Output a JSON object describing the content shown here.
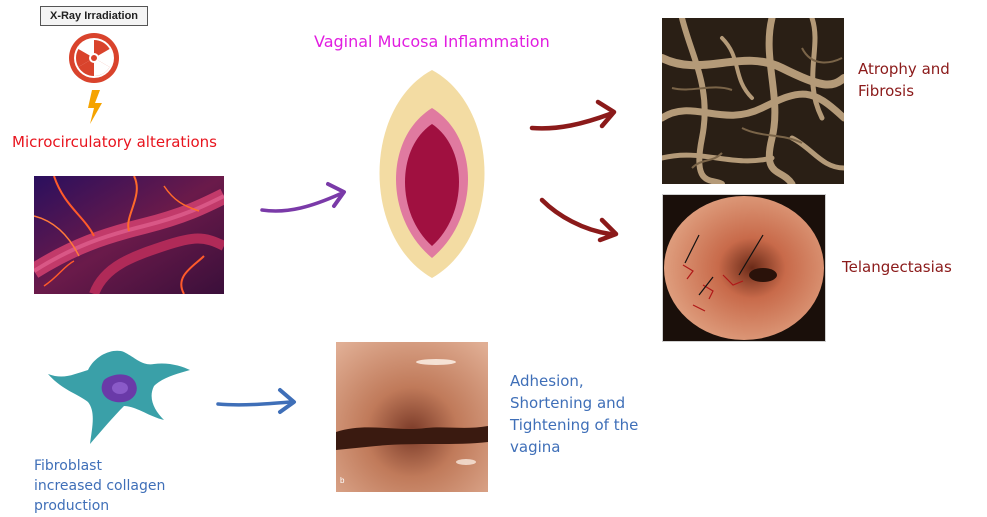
{
  "header": {
    "xray_label": "X-Ray Irradiation"
  },
  "left": {
    "micro_title": "Microcirculatory alterations"
  },
  "center": {
    "mucosa_title": "Vaginal Mucosa Inflammation"
  },
  "outcomes": {
    "atrophy_line1": "Atrophy and",
    "atrophy_line2": "Fibrosis",
    "telangiectasias": "Telangectasias",
    "adhesion_line1": "Adhesion,",
    "adhesion_line2": "Shortening and",
    "adhesion_line3": "Tightening of the",
    "adhesion_line4": "vagina"
  },
  "fibroblast": {
    "line1": "Fibroblast",
    "line2": "increased collagen",
    "line3": "production"
  },
  "photo_label": "b",
  "colors": {
    "radiation": "#d9432c",
    "lightning": "#f5a300",
    "micro_text": "#e8141e",
    "mucosa_text": "#e11de0",
    "outcome_text": "#8b1a1a",
    "blue_text": "#3f6fb8",
    "purple_arrow": "#7a3aa8",
    "red_arrow": "#8b1a1a",
    "blue_arrow": "#3f6fb8"
  },
  "icons": [
    "radiation-icon",
    "lightning-icon",
    "fibroblast-cell-icon"
  ]
}
